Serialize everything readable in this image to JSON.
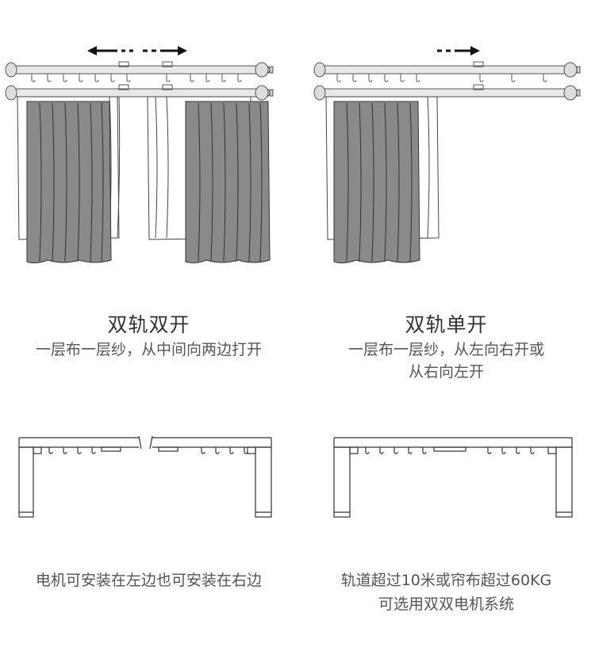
{
  "left": {
    "title": "双轨双开",
    "description": "一层布一层纱，从中间向两边打开",
    "note": "电机可安装在左边也可安装在右边"
  },
  "right": {
    "title": "双轨单开",
    "description_line1": "一层布一层纱，从左向右开或",
    "description_line2": "从右向左开",
    "note_line1": "轨道超过10米或帘布超过60KG",
    "note_line2": "可选用双双电机系统"
  },
  "colors": {
    "curtain_fabric": "#8a8a8a",
    "sheer": "#ffffff",
    "rod": "#e6e6e6",
    "arrow": "#111111",
    "line": "#333333"
  }
}
